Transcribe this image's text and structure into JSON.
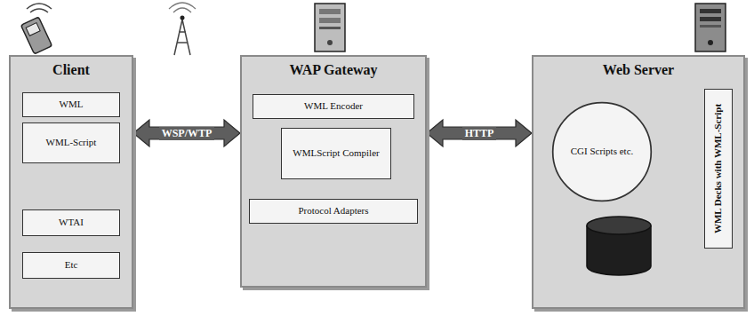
{
  "diagram": {
    "nodes": [
      {
        "text": [
          "Client"
        ]
      },
      {
        "text": [
          "WML"
        ],
        "in": 0
      },
      {
        "text": [
          "WML-Script"
        ],
        "in": 0
      },
      {
        "text": [
          "WTAI"
        ],
        "in": 0
      },
      {
        "text": [
          "Etc"
        ],
        "in": 0
      },
      {
        "text": [
          "WAP Gateway"
        ]
      },
      {
        "text": [
          "WML Encoder"
        ],
        "in": 5
      },
      {
        "text": [
          "WMLScript Compiler"
        ],
        "in": 5
      },
      {
        "text": [
          "Protocol Adapters"
        ],
        "in": 5
      },
      {
        "text": [
          "Web Server"
        ]
      },
      {
        "text": [
          "CGI Scripts etc."
        ],
        "in": 9
      },
      {
        "text": [
          "WML Decks with WML-Script"
        ],
        "in": 9
      }
    ],
    "edges": [
      {
        "from": 0,
        "to": 5,
        "label": "WSP/WTP",
        "arrow": "both"
      },
      {
        "from": 5,
        "to": 9,
        "label": "HTTP",
        "arrow": "both"
      }
    ]
  }
}
